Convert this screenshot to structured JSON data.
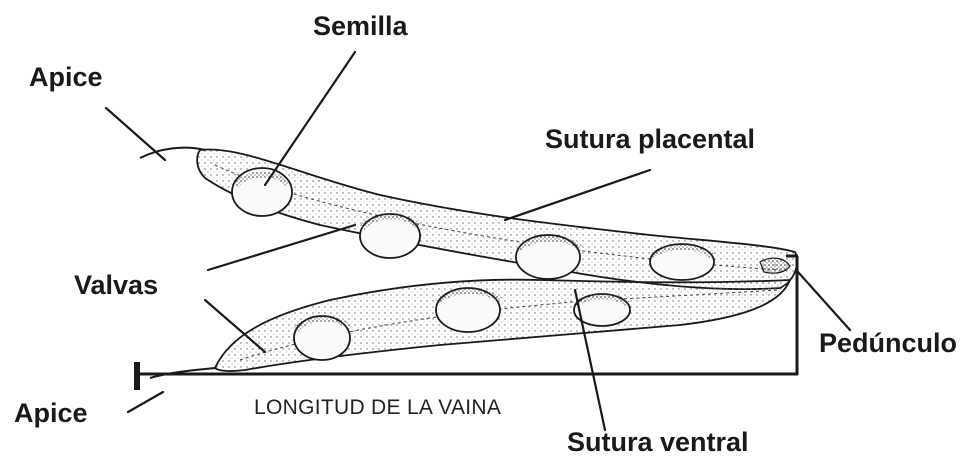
{
  "labels": {
    "semilla": "Semilla",
    "apice_top": "Apice",
    "sutura_placental": "Sutura placental",
    "valvas": "Valvas",
    "pedunculo": "Pedúnculo",
    "apice_bottom": "Apice",
    "longitud": "LONGITUD DE LA VAINA",
    "sutura_ventral": "Sutura ventral"
  },
  "colors": {
    "ink": "#1a1a1a",
    "stipple": "#555555",
    "seed_fill": "#fafafa",
    "background": "#ffffff"
  }
}
